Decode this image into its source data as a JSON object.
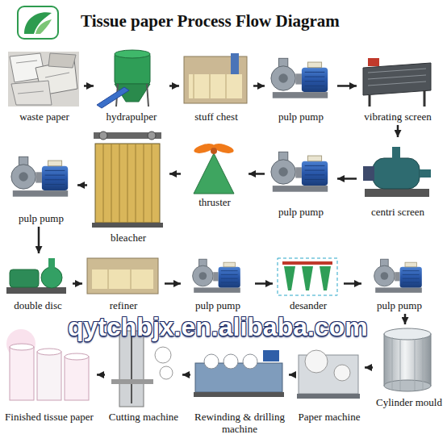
{
  "diagram": {
    "title": "Tissue paper Process Flow Diagram",
    "nodes": [
      {
        "text": [
          "waste paper"
        ]
      },
      {
        "text": [
          "hydrapulper"
        ]
      },
      {
        "text": [
          "stuff chest"
        ]
      },
      {
        "text": [
          "pulp pump"
        ]
      },
      {
        "text": [
          "vibrating screen"
        ]
      },
      {
        "text": [
          "centri screen"
        ]
      },
      {
        "text": [
          "pulp pump"
        ]
      },
      {
        "text": [
          "thruster"
        ]
      },
      {
        "text": [
          "bleacher"
        ]
      },
      {
        "text": [
          "pulp pump"
        ]
      },
      {
        "text": [
          "double disc"
        ]
      },
      {
        "text": [
          "refiner"
        ]
      },
      {
        "text": [
          "pulp pump"
        ]
      },
      {
        "text": [
          "desander"
        ]
      },
      {
        "text": [
          "pulp pump"
        ]
      },
      {
        "text": [
          "Cylinder mould"
        ]
      },
      {
        "text": [
          "Paper machine"
        ]
      },
      {
        "text": [
          "Rewinding & drilling machine"
        ]
      },
      {
        "text": [
          "Cutting machine"
        ]
      },
      {
        "text": [
          "Finished tissue paper"
        ]
      }
    ],
    "edges": [
      {
        "from": 0,
        "to": 1,
        "arrow": "to"
      },
      {
        "from": 1,
        "to": 2,
        "arrow": "to"
      },
      {
        "from": 2,
        "to": 3,
        "arrow": "to"
      },
      {
        "from": 3,
        "to": 4,
        "arrow": "to"
      },
      {
        "from": 4,
        "to": 5,
        "arrow": "to"
      },
      {
        "from": 5,
        "to": 6,
        "arrow": "to"
      },
      {
        "from": 6,
        "to": 7,
        "arrow": "to"
      },
      {
        "from": 7,
        "to": 8,
        "arrow": "to"
      },
      {
        "from": 8,
        "to": 9,
        "arrow": "to"
      },
      {
        "from": 9,
        "to": 10,
        "arrow": "to"
      },
      {
        "from": 10,
        "to": 11,
        "arrow": "to"
      },
      {
        "from": 11,
        "to": 12,
        "arrow": "to"
      },
      {
        "from": 12,
        "to": 13,
        "arrow": "to"
      },
      {
        "from": 13,
        "to": 14,
        "arrow": "to"
      },
      {
        "from": 14,
        "to": 15,
        "arrow": "to"
      },
      {
        "from": 15,
        "to": 16,
        "arrow": "to"
      },
      {
        "from": 16,
        "to": 17,
        "arrow": "to"
      },
      {
        "from": 17,
        "to": 18,
        "arrow": "to"
      },
      {
        "from": 18,
        "to": 19,
        "arrow": "to"
      }
    ],
    "labels": [
      "qytchbjx.en.alibaba.com"
    ]
  }
}
